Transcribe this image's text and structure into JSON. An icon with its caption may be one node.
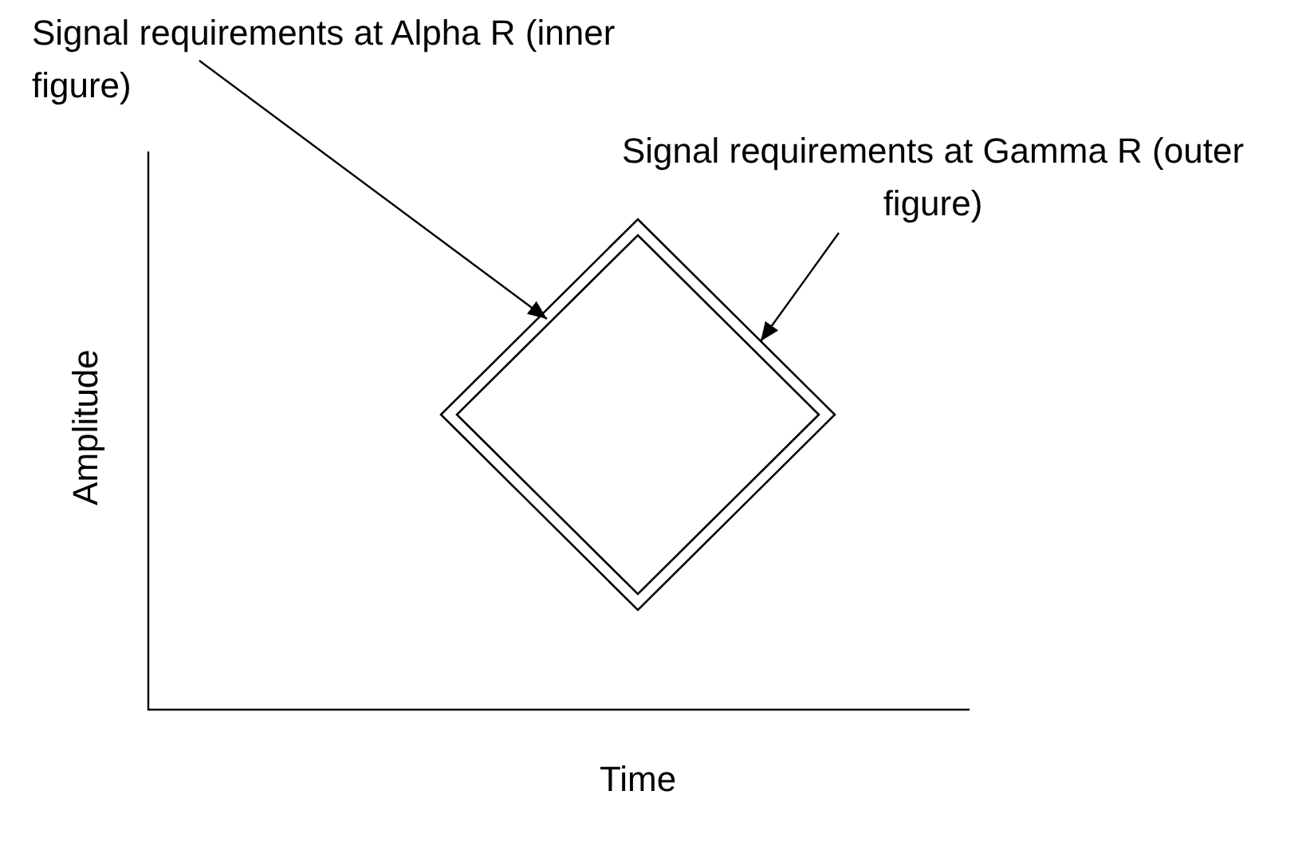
{
  "diagram": {
    "nodes": [
      {
        "text": [
          "Signal requirements at Alpha R (inner figure)"
        ]
      },
      {
        "text": [
          "Signal requirements at Gamma R (outer figure)"
        ]
      },
      {
        "text": [],
        "shape": "diamond"
      },
      {
        "text": [],
        "shape": "diamond",
        "in": 2
      }
    ],
    "edges": [
      {
        "from": 0,
        "to": 3,
        "arrow": "to"
      },
      {
        "from": 1,
        "to": 2,
        "arrow": "to"
      }
    ],
    "labels": [
      "Amplitude",
      "Time"
    ]
  }
}
